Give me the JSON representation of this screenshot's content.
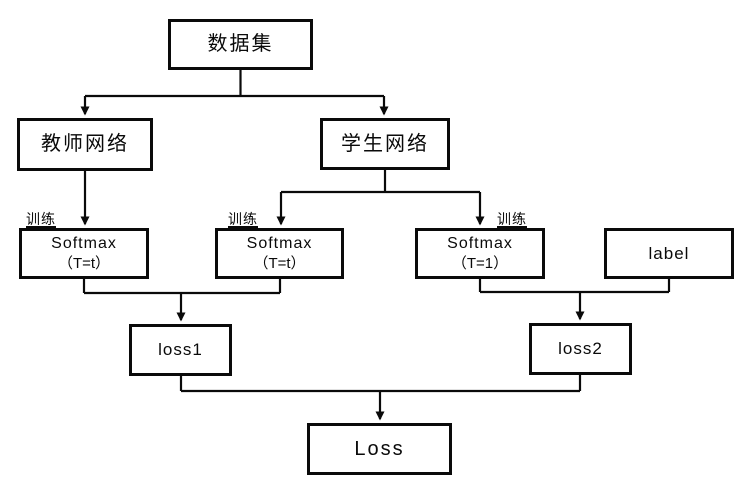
{
  "diagram": {
    "description": "knowledge distillation training flowchart",
    "nodes": {
      "dataset": {
        "label": "数据集"
      },
      "teacher": {
        "label": "教师网络"
      },
      "student": {
        "label": "学生网络"
      },
      "softmax_teacher": {
        "line1": "Softmax",
        "line2": "（T=t）"
      },
      "softmax_student_t": {
        "line1": "Softmax",
        "line2": "（T=t）"
      },
      "softmax_student_1": {
        "line1": "Softmax",
        "line2": "（T=1）"
      },
      "label_box": {
        "label": "label"
      },
      "loss1": {
        "label": "loss1"
      },
      "loss2": {
        "label": "loss2"
      },
      "loss": {
        "label": "Loss"
      }
    },
    "edge_labels": {
      "train1": "训练",
      "train2": "训练",
      "train3": "训练"
    },
    "colors": {
      "stroke": "#0a0a0a",
      "background": "#ffffff",
      "text": "#0a0a0a"
    }
  }
}
